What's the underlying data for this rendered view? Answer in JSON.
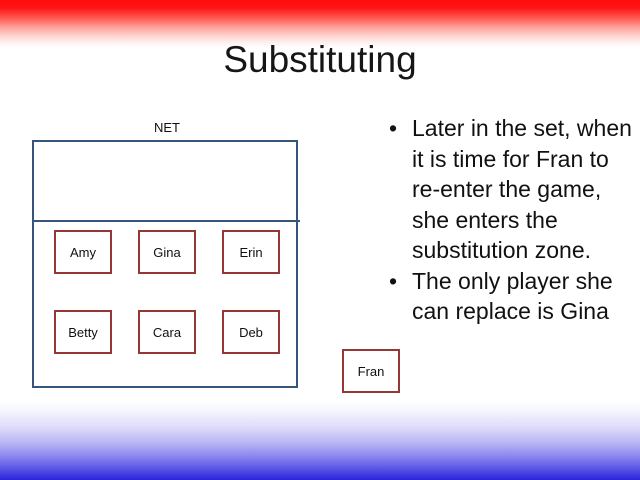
{
  "slide": {
    "title": "Substituting",
    "colors": {
      "band_top": "#ff0d0d",
      "band_bottom": "#2a22dd",
      "court_border": "#35557f",
      "player_border": "#953735",
      "text": "#111111",
      "background": "#ffffff"
    }
  },
  "court": {
    "net_label": "NET",
    "rows": [
      {
        "name": "front-row",
        "players": [
          {
            "name": "Amy"
          },
          {
            "name": "Gina"
          },
          {
            "name": "Erin"
          }
        ]
      },
      {
        "name": "back-row",
        "players": [
          {
            "name": "Betty"
          },
          {
            "name": "Cara"
          },
          {
            "name": "Deb"
          }
        ]
      }
    ],
    "substitute": {
      "name": "Fran"
    }
  },
  "bullets": [
    {
      "marker": "•",
      "text": "Later in the set, when it is time for Fran to re-enter the game, she enters the substitution zone."
    },
    {
      "marker": "•",
      "text": "The only player she can replace is Gina"
    }
  ]
}
